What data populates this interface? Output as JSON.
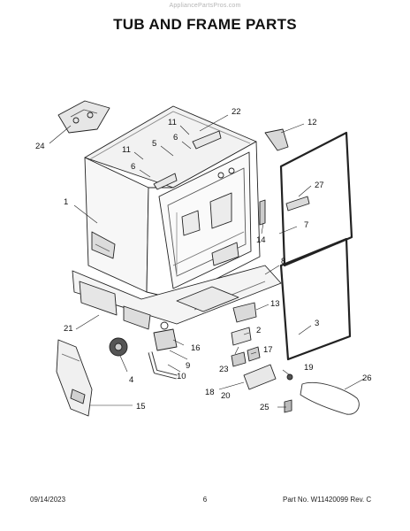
{
  "watermark": "AppliancePartsPros.com",
  "title": "TUB AND FRAME PARTS",
  "callouts": {
    "c1": "1",
    "c2": "2",
    "c3": "3",
    "c4": "4",
    "c5": "5",
    "c6a": "6",
    "c6b": "6",
    "c7": "7",
    "c8": "8",
    "c9": "9",
    "c10": "10",
    "c11a": "11",
    "c11b": "11",
    "c12": "12",
    "c13": "13",
    "c14": "14",
    "c15": "15",
    "c16": "16",
    "c17": "17",
    "c18": "18",
    "c19": "19",
    "c20": "20",
    "c21": "21",
    "c22": "22",
    "c23": "23",
    "c24": "24",
    "c25": "25",
    "c26": "26",
    "c27": "27"
  },
  "footer": {
    "date": "09/14/2023",
    "page": "6",
    "part_info": "Part No. W11420099  Rev. C"
  }
}
